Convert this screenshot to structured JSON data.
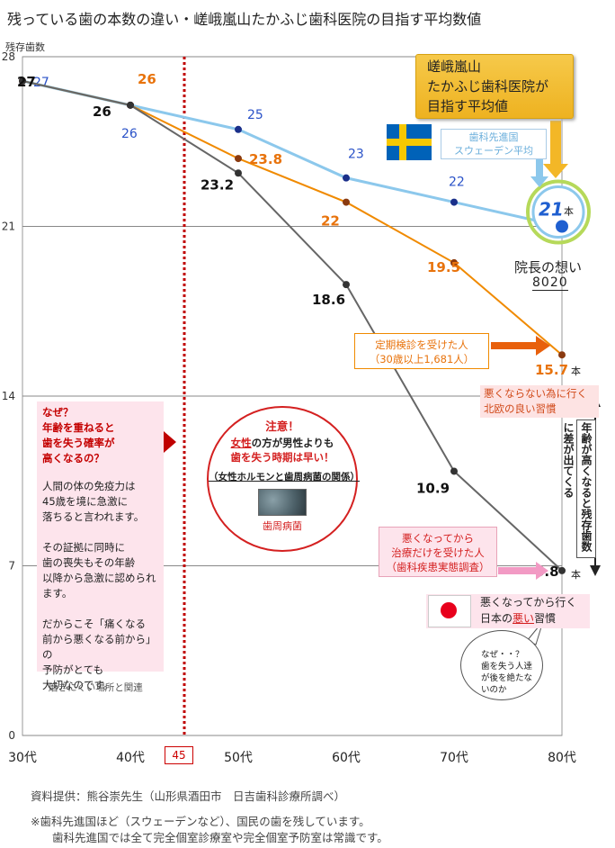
{
  "title": "残っている歯の本数の違い・嵯峨嵐山たかふじ歯科医院の目指す平均数値",
  "y_axis_label": "残存歯数",
  "highlight_box": {
    "line1": "嵯峨嵐山",
    "line2": "たかふじ歯科医院が",
    "line3": "目指す平均値"
  },
  "sweden_label": {
    "line1": "歯科先進国",
    "line2": "スウェーデン平均"
  },
  "target_value": "21",
  "target_unit": "本",
  "boss": {
    "line1": "院長の想い",
    "line2": "8020"
  },
  "checkup_box": {
    "line1": "定期検診を受けた人",
    "line2": "（30歳以上1,681人）"
  },
  "nordic_good": {
    "line1": "悪くならない為に行く",
    "line2": "北欧の良い習慣"
  },
  "why": {
    "question": "なぜ？\n年齢を重ねると\n歯を失う確率が\n高くなるの？",
    "body": "人間の体の免疫力は\n45歳を境に急激に\n落ちると言われます。\n\nその証拠に同時に\n歯の喪失もその年齢\n以降から急激に認められ\nます。\n\nだからこそ「痛くなる\n前から悪くなる前から」の\n予防がとても\n大切なのです。"
  },
  "place_note": "磨きにくい場所と関連",
  "caution": {
    "title": "注意！",
    "line1_red": "女性",
    "line1_rest": "の方が男性よりも",
    "line2": "歯を失う時期は早い！",
    "sub": "（女性ホルモンと歯周病菌の関係）",
    "image_label": "歯周病菌"
  },
  "aftercare_box": {
    "line1": "悪くなってから",
    "line2": "治療だけを受けた人",
    "line3": "（歯科疾患実態調査）"
  },
  "japan_bad": {
    "line1": "悪くなってから行く",
    "line2_pre": "日本の",
    "line2_red": "悪い",
    "line2_post": "習慣"
  },
  "bubble_text": "なぜ・・？\n歯を失う人達\nが後を絶たな\nいのか",
  "side_label": "年齢が高くなると残存歯数に差が出てくる",
  "x_marker_45": "45",
  "unit_hon": "本",
  "source": "資料提供：熊谷崇先生（山形県酒田市　日吉歯科診療所調べ）",
  "note_line1": "※歯科先進国ほど（スウェーデンなど）、国民の歯を残しています。",
  "note_line2": "歯科先進国では全て完全個室診療室や完全個室予防室は常識です。",
  "colors": {
    "sweden": "#8cc8ec",
    "checkup": "#f08a00",
    "japan": "#666666",
    "target": "#1f5fd0",
    "accent_red": "#c00000"
  },
  "chart_data": {
    "type": "line",
    "x": [
      "30代",
      "40代",
      "50代",
      "60代",
      "70代",
      "80代"
    ],
    "y_ticks": [
      0,
      7,
      14,
      21,
      28
    ],
    "ylim": [
      0,
      28
    ],
    "grid": true,
    "series": [
      {
        "key": "sweden",
        "values": [
          27,
          26,
          25,
          23,
          22,
          21
        ],
        "labels": [
          "27",
          "26",
          "25",
          "23",
          "22",
          "21"
        ]
      },
      {
        "key": "checkup",
        "values": [
          27,
          26,
          23.8,
          22,
          19.5,
          15.7
        ],
        "labels": [
          "",
          "26",
          "23.8",
          "22",
          "19.5",
          "15.7"
        ]
      },
      {
        "key": "japan",
        "values": [
          27,
          26,
          23.2,
          18.6,
          10.9,
          6.8
        ],
        "labels": [
          "27",
          "26",
          "23.2",
          "18.6",
          "10.9",
          "6.8"
        ]
      }
    ],
    "marker_age": 45
  }
}
